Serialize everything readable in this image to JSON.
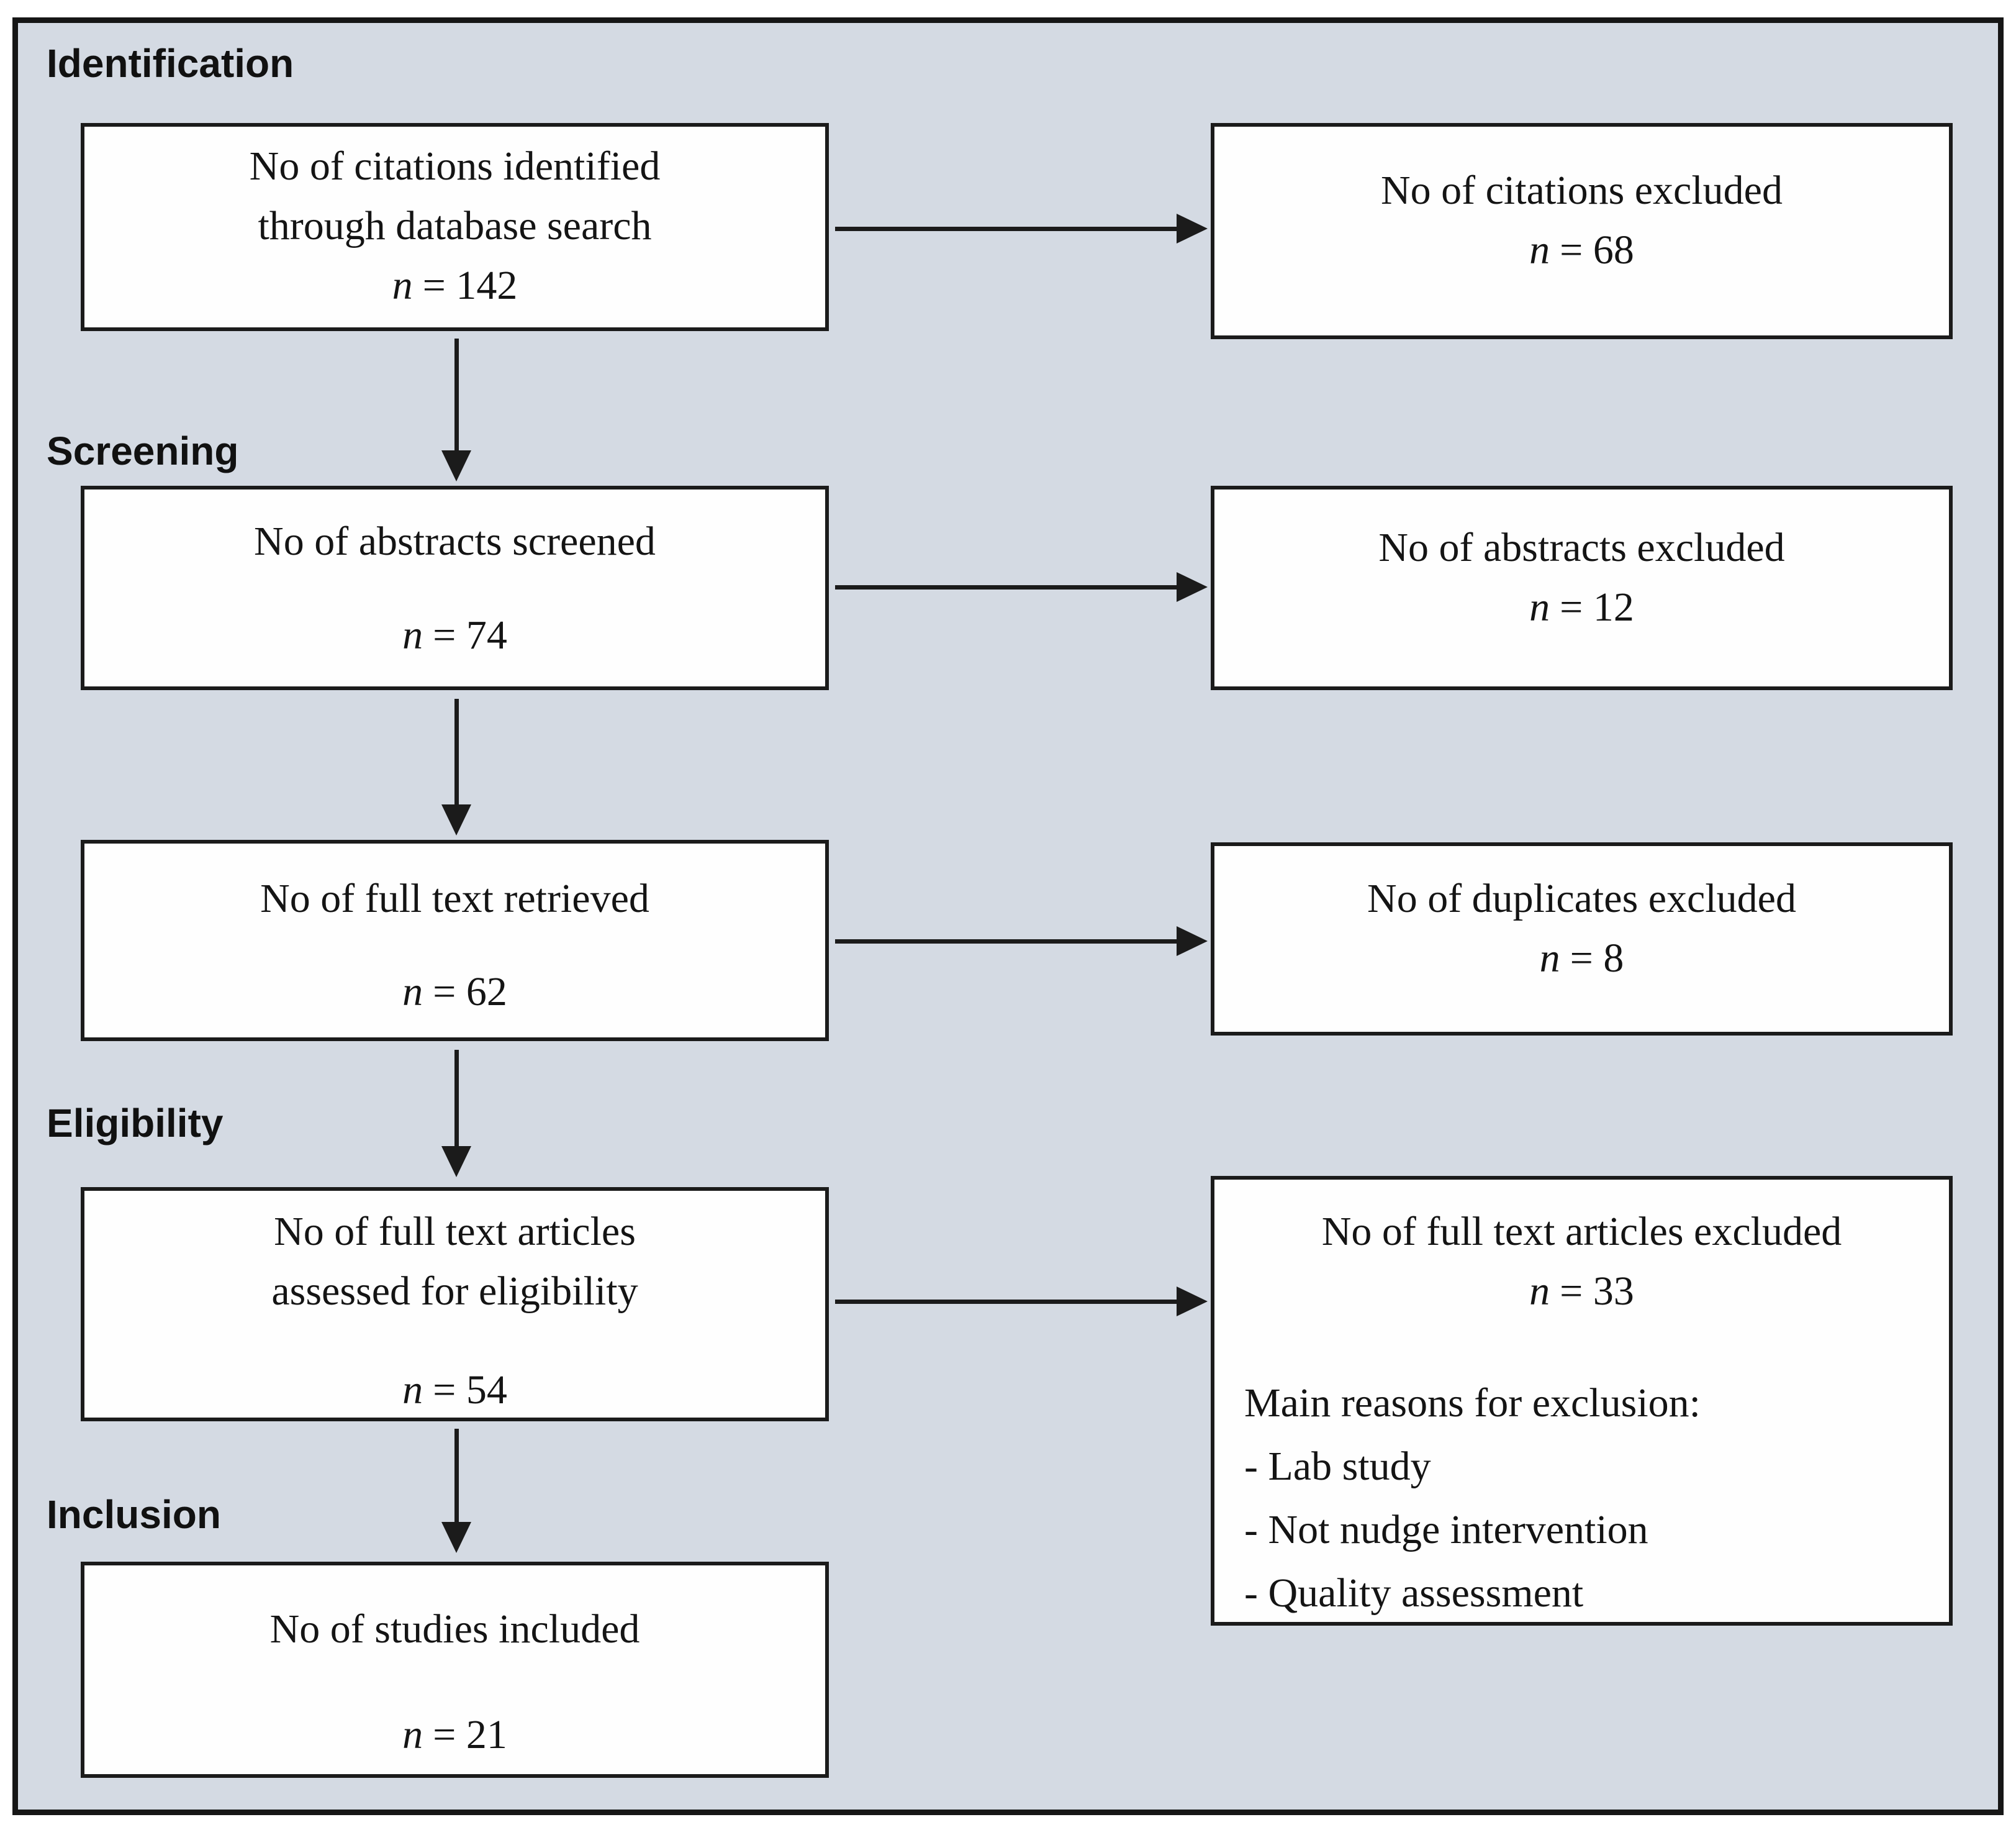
{
  "figure": {
    "type": "prisma-flow-diagram",
    "colors": {
      "background": "#d4dae3",
      "box_fill": "#fefefe",
      "line": "#1b1b1b"
    },
    "n_var": "n",
    "sections": {
      "identification": "Identification",
      "screening": "Screening",
      "eligibility": "Eligibility",
      "inclusion": "Inclusion"
    },
    "left_boxes": [
      {
        "lines": [
          "No of citations identified",
          "through database search"
        ],
        "n_value": "= 142"
      },
      {
        "lines": [
          "No of abstracts screened"
        ],
        "n_value": "= 74"
      },
      {
        "lines": [
          "No of full text retrieved"
        ],
        "n_value": "= 62"
      },
      {
        "lines": [
          "No of full text articles",
          "assessed for eligibility"
        ],
        "n_value": "= 54"
      },
      {
        "lines": [
          "No of studies included"
        ],
        "n_value": "= 21"
      }
    ],
    "right_boxes": [
      {
        "lines": [
          "No of citations excluded"
        ],
        "n_value": "= 68"
      },
      {
        "lines": [
          "No of abstracts excluded"
        ],
        "n_value": "= 12"
      },
      {
        "lines": [
          "No of duplicates excluded"
        ],
        "n_value": "= 8"
      },
      {
        "lines": [
          "No of full text articles excluded"
        ],
        "n_value": "= 33",
        "reasons_title": "Main reasons for exclusion:",
        "reasons": [
          "- Lab study",
          "- Not nudge intervention",
          "- Quality assessment"
        ]
      }
    ]
  }
}
